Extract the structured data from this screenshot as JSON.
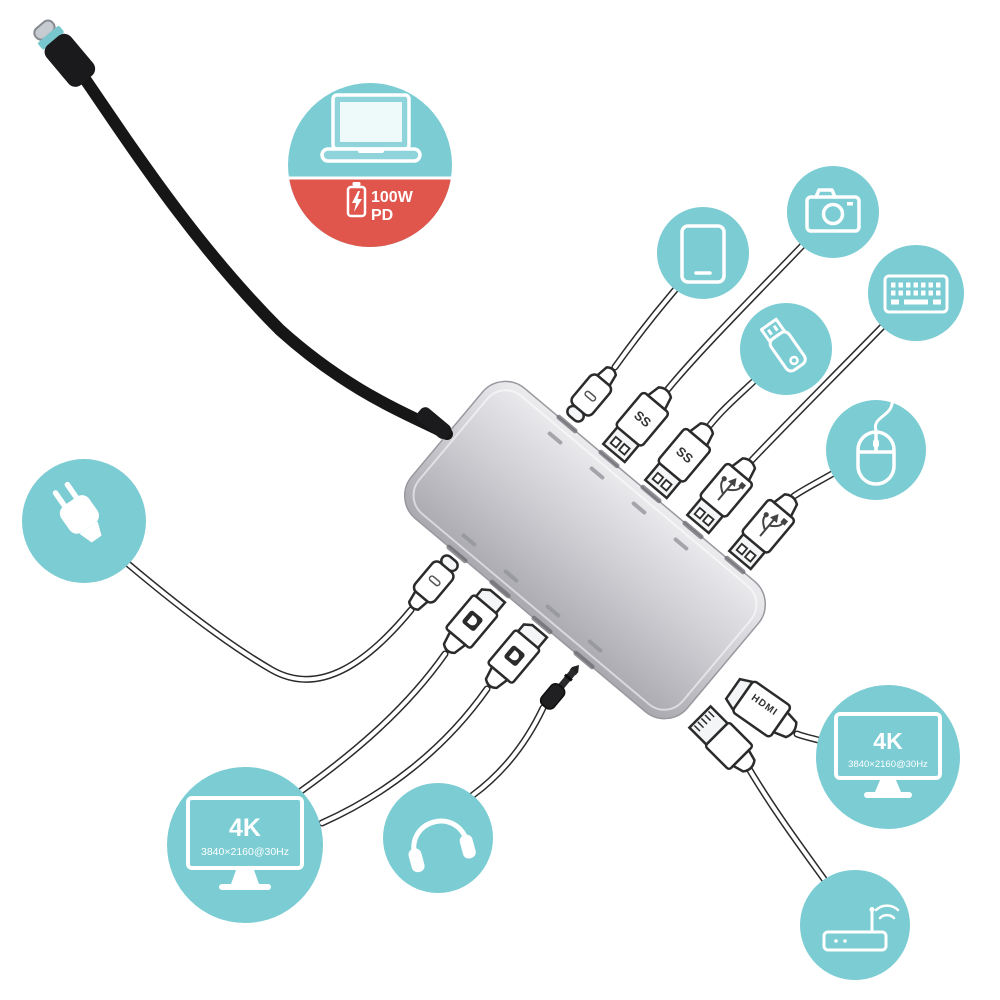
{
  "badges": {
    "power_delivery": {
      "watts": "100W",
      "label": "PD"
    },
    "monitor_left": {
      "resolution": "4K",
      "mode": "3840×2160@30Hz"
    },
    "monitor_right": {
      "resolution": "4K",
      "mode": "3840×2160@30Hz"
    }
  },
  "plugs": {
    "hdmi_label": "HDMI",
    "usb3_logo": "SS"
  },
  "icons": [
    "laptop-icon",
    "battery-charge-icon",
    "tablet-icon",
    "camera-icon",
    "keyboard-icon",
    "flash-drive-icon",
    "mouse-icon",
    "power-plug-icon",
    "monitor-icon",
    "headphones-icon",
    "router-icon"
  ],
  "colors": {
    "teal": "#7bccd3",
    "red": "#e0564c",
    "outline": "#2b2b2b",
    "hub_light": "#e9e9ec",
    "hub_dark": "#aaaaaf",
    "cable_black": "#161616"
  }
}
